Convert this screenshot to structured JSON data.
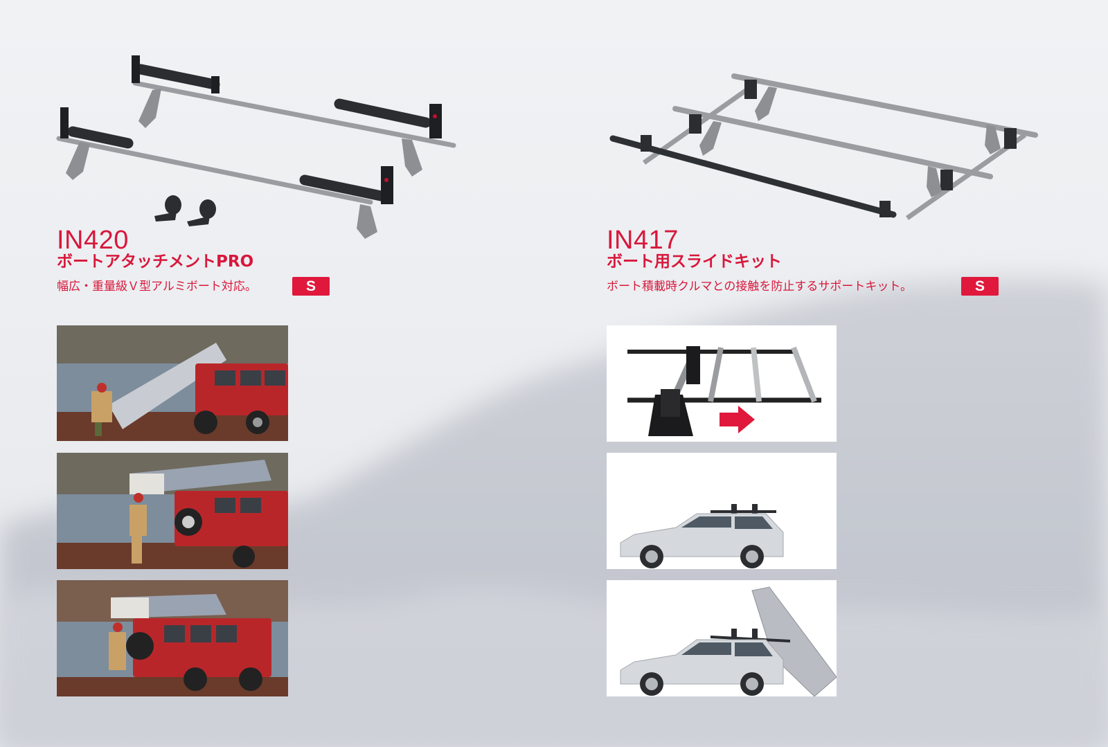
{
  "colors": {
    "accent": "#d8173b",
    "badge_bg": "#e0183c",
    "badge_text": "#ffffff",
    "background": "#eceef1"
  },
  "products": [
    {
      "code": "IN420",
      "name": "ボートアタッチメントPRO",
      "description": "幅広・重量級Ｖ型アルミボート対応。",
      "badge": "S",
      "photos": [
        {
          "icon": "photo-man-loading-boat-tilted"
        },
        {
          "icon": "photo-man-sliding-boat-onto-roof"
        },
        {
          "icon": "photo-boat-loaded-on-roof"
        }
      ]
    },
    {
      "code": "IN417",
      "name": "ボート用スライドキット",
      "description": "ボート積載時クルマとの接触を防止するサポートキット。",
      "badge": "S",
      "photos": [
        {
          "icon": "photo-slide-rail-detail-arrow"
        },
        {
          "icon": "photo-wagon-with-rack"
        },
        {
          "icon": "photo-wagon-boat-tilted"
        }
      ]
    }
  ]
}
